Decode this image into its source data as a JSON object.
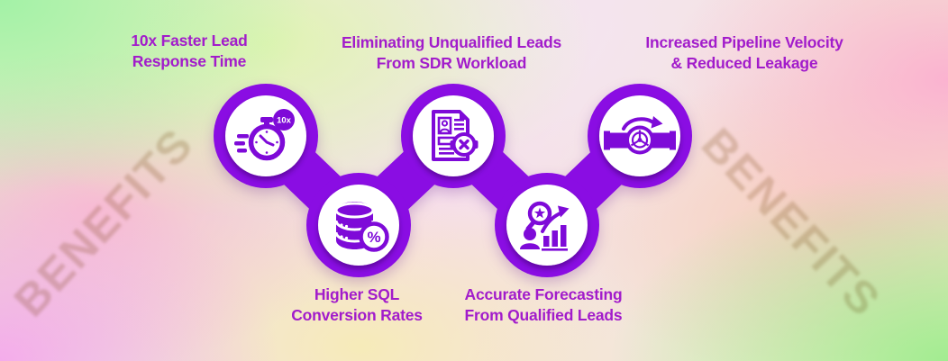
{
  "infographic": {
    "watermark_text": "BENEFITS"
  },
  "colors": {
    "chain_purple": "#8a0de3",
    "icon_purple": "#7e0ad8",
    "heading_purple": "#a21ccb",
    "watermark_brown": "#8a6428"
  },
  "nodes": [
    {
      "id": "lead-response-time",
      "label_line1": "10x Faster Lead",
      "label_line2": "Response Time",
      "icon": "stopwatch-10x-icon",
      "badge_text": "10x"
    },
    {
      "id": "sql-conversion",
      "label_line1": "Higher SQL",
      "label_line2": "Conversion Rates",
      "icon": "database-percent-icon",
      "badge_text": "%"
    },
    {
      "id": "unqualified-leads",
      "label_line1": "Eliminating Unqualified Leads",
      "label_line2": "From SDR Workload",
      "icon": "rejected-resume-icon"
    },
    {
      "id": "accurate-forecasting",
      "label_line1": "Accurate Forecasting",
      "label_line2": "From Qualified Leads",
      "icon": "star-search-growth-chart-icon"
    },
    {
      "id": "pipeline-velocity",
      "label_line1": "Increased Pipeline Velocity",
      "label_line2": "& Reduced Leakage",
      "icon": "pipeline-valve-rotation-icon"
    }
  ]
}
